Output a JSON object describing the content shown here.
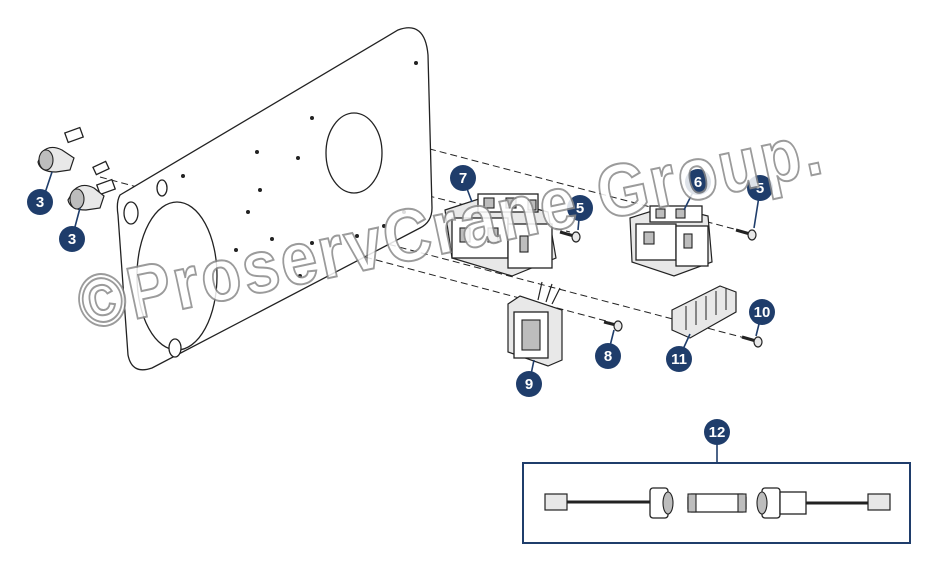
{
  "watermark": "©ProservCrane Group.",
  "colors": {
    "callout": "#1f3d6b",
    "line": "#222222",
    "watermark_outline": "#8a8a8a"
  },
  "callouts": {
    "c3a": "3",
    "c3b": "3",
    "c5a": "5",
    "c5b": "5",
    "c6": "6",
    "c7": "7",
    "c8": "8",
    "c9": "9",
    "c10": "10",
    "c11": "11",
    "c12": "12"
  }
}
